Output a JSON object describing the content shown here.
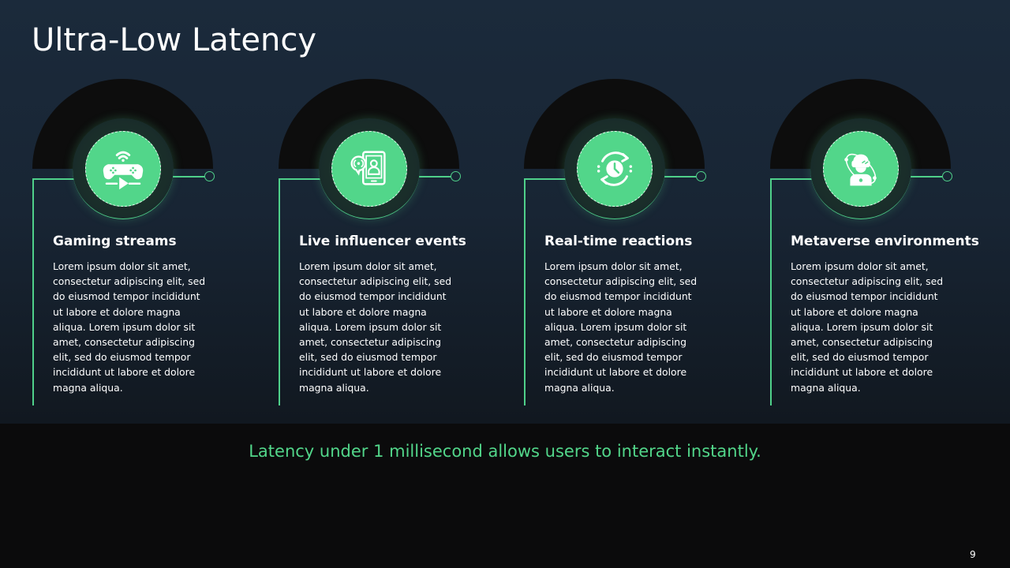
{
  "slide": {
    "title": "Ultra-Low Latency",
    "page_number": "9",
    "accent_color": "#52d68a",
    "tagline": "Latency under 1 millisecond allows users to interact instantly."
  },
  "cards": [
    {
      "icon": "gamepad-stream-icon",
      "heading": "Gaming streams",
      "body": "Lorem ipsum dolor sit amet, consectetur adipiscing elit, sed do eiusmod tempor incididunt ut labore et dolore magna aliqua. Lorem ipsum dolor sit amet, consectetur adipiscing elit, sed do eiusmod tempor incididunt ut labore et dolore magna aliqua."
    },
    {
      "icon": "tablet-live-influencer-icon",
      "heading": "Live influencer events",
      "body": "Lorem ipsum dolor sit amet, consectetur adipiscing elit, sed do eiusmod tempor incididunt ut labore et dolore magna aliqua. Lorem ipsum dolor sit amet, consectetur adipiscing elit, sed do eiusmod tempor incididunt ut labore et dolore magna aliqua."
    },
    {
      "icon": "clock-sync-icon",
      "heading": "Real-time reactions",
      "body": "Lorem ipsum dolor sit amet, consectetur adipiscing elit, sed do eiusmod tempor incididunt ut labore et dolore magna aliqua. Lorem ipsum dolor sit amet, consectetur adipiscing elit, sed do eiusmod tempor incididunt ut labore et dolore magna aliqua."
    },
    {
      "icon": "vr-headset-person-icon",
      "heading": "Metaverse environments",
      "body": "Lorem ipsum dolor sit amet, consectetur adipiscing elit, sed do eiusmod tempor incididunt ut labore et dolore magna aliqua. Lorem ipsum dolor sit amet, consectetur adipiscing elit, sed do eiusmod tempor incididunt ut labore et dolore magna aliqua."
    }
  ]
}
